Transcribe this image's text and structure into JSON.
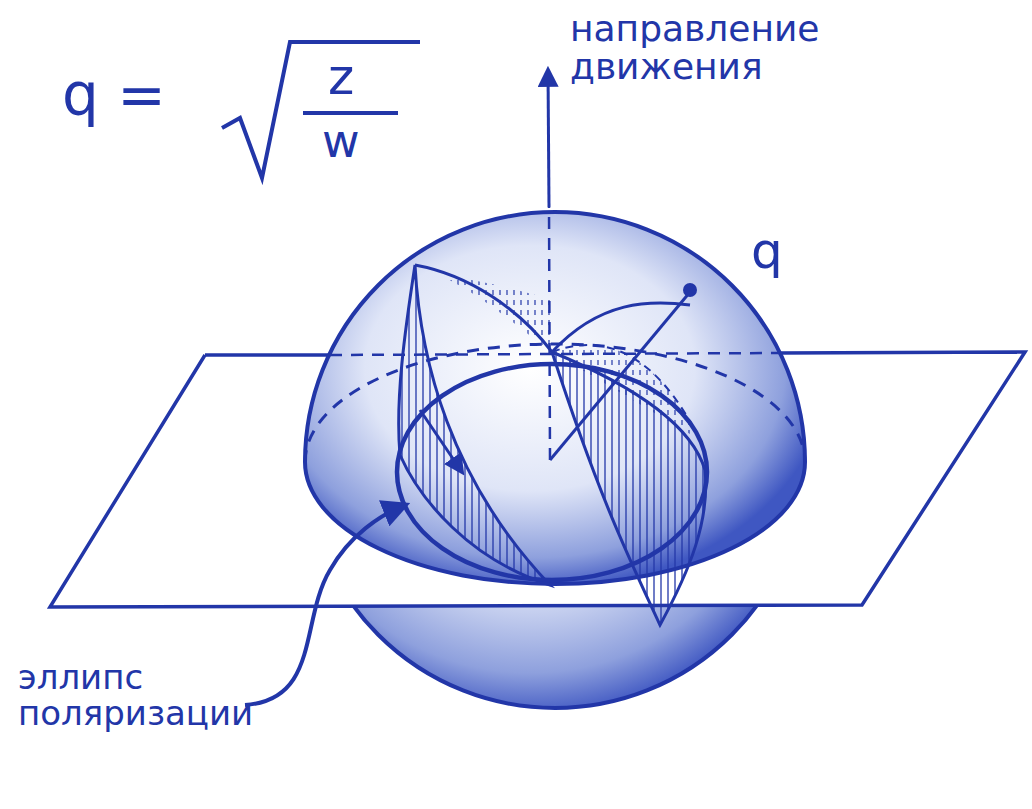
{
  "diagram": {
    "labels": [
      "q =",
      "z",
      "w",
      "направление движения",
      "q",
      "эллипс поляризации"
    ]
  }
}
